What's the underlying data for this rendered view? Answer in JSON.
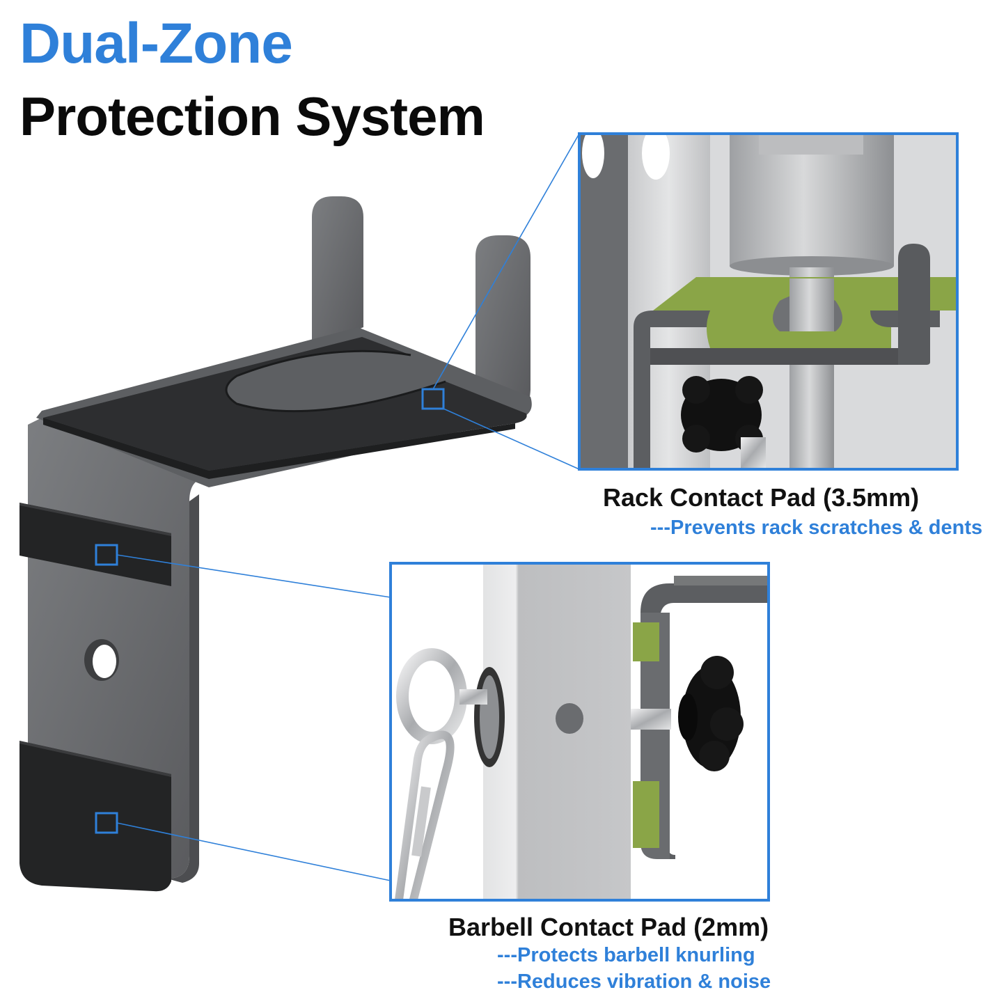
{
  "headline": {
    "line1": "Dual-Zone",
    "line2": "Protection System"
  },
  "callouts": {
    "rack": {
      "title": "Rack Contact Pad (3.5mm)",
      "notes": [
        "---Prevents rack scratches & dents"
      ]
    },
    "barbell": {
      "title": "Barbell Contact Pad (2mm)",
      "notes": [
        "---Protects barbell knurling",
        "---Reduces vibration & noise"
      ]
    }
  },
  "colors": {
    "accent_blue": "#2f80d9",
    "steel_gray": "#6b6d70",
    "pad_black": "#2a2b2d",
    "pad_green": "#8aa547",
    "rack_light": "#d5d6d8"
  }
}
